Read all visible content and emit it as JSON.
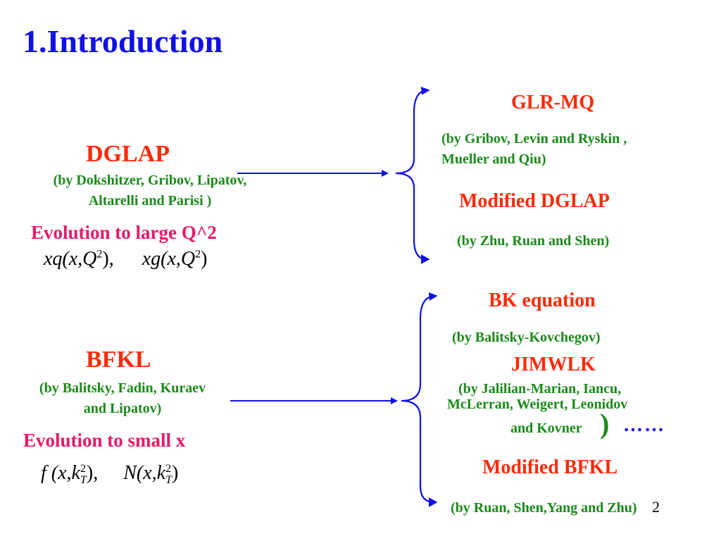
{
  "slide": {
    "title": "1.Introduction",
    "page_number": "2"
  },
  "dglap": {
    "name": "DGLAP",
    "credit_line1": "(by Dokshitzer, Gribov, Lipatov,",
    "credit_line2": "Altarelli and Parisi )",
    "evolution": "Evolution to large Q^2",
    "formula_a": "xq(x,Q",
    "formula_a_sup": "2",
    "formula_a_end": "),",
    "formula_b": "xg(x,Q",
    "formula_b_sup": "2",
    "formula_b_end": ")"
  },
  "bfkl": {
    "name": "BFKL",
    "credit_line1": "(by Balitsky, Fadin, Kuraev",
    "credit_line2": "and Lipatov)",
    "evolution": "Evolution to small x",
    "formula_a": "f (x,k",
    "formula_a_sup": "2",
    "formula_a_sub": "T",
    "formula_a_end": "),",
    "formula_b": "N(x,k",
    "formula_b_sup": "2",
    "formula_b_sub": "T",
    "formula_b_end": ")"
  },
  "upper_branch": {
    "glr_title": "GLR-MQ",
    "glr_credit_line1": "(by Gribov, Levin and Ryskin ,",
    "glr_credit_line2": "Mueller and Qiu)",
    "mod_title": "Modified DGLAP",
    "mod_credit": "(by Zhu, Ruan and Shen)"
  },
  "lower_branch": {
    "bk_title": "BK equation",
    "bk_credit": "(by Balitsky-Kovchegov)",
    "jimwlk_title": "JIMWLK",
    "jimwlk_credit_line1": "(by Jalilian-Marian, Iancu,",
    "jimwlk_credit_line2": "McLerran, Weigert, Leonidov",
    "jimwlk_credit_line3": "and Kovner",
    "jimwlk_paren": ")",
    "ellipsis": "……",
    "mod_title": "Modified BFKL",
    "mod_credit": "(by Ruan, Shen,Yang and Zhu)"
  },
  "colors": {
    "title": "#1010e8",
    "heading": "#ff2a0a",
    "credit": "#1a8a1a",
    "evolution": "#e8196a",
    "arrows": "#1010e8"
  }
}
